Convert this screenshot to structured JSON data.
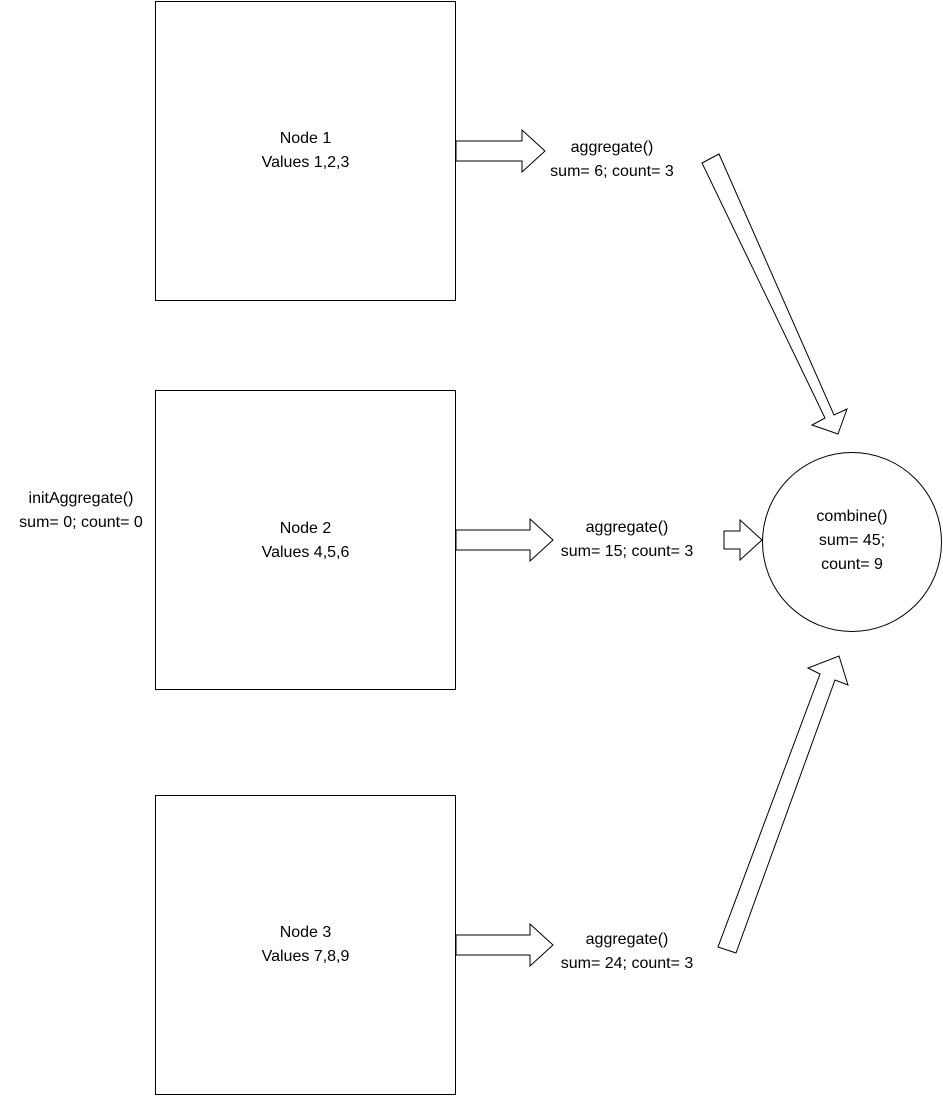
{
  "init": {
    "line1": "initAggregate()",
    "line2": "sum= 0; count= 0"
  },
  "nodes": [
    {
      "title": "Node 1",
      "values": "Values 1,2,3"
    },
    {
      "title": "Node 2",
      "values": "Values 4,5,6"
    },
    {
      "title": "Node 3",
      "values": "Values 7,8,9"
    }
  ],
  "aggregates": [
    {
      "line1": "aggregate()",
      "line2": "sum= 6; count= 3"
    },
    {
      "line1": "aggregate()",
      "line2": "sum= 15; count= 3"
    },
    {
      "line1": "aggregate()",
      "line2": "sum= 24; count= 3"
    }
  ],
  "combine": {
    "line1": "combine()",
    "line2": "sum= 45;",
    "line3": "count= 9"
  }
}
